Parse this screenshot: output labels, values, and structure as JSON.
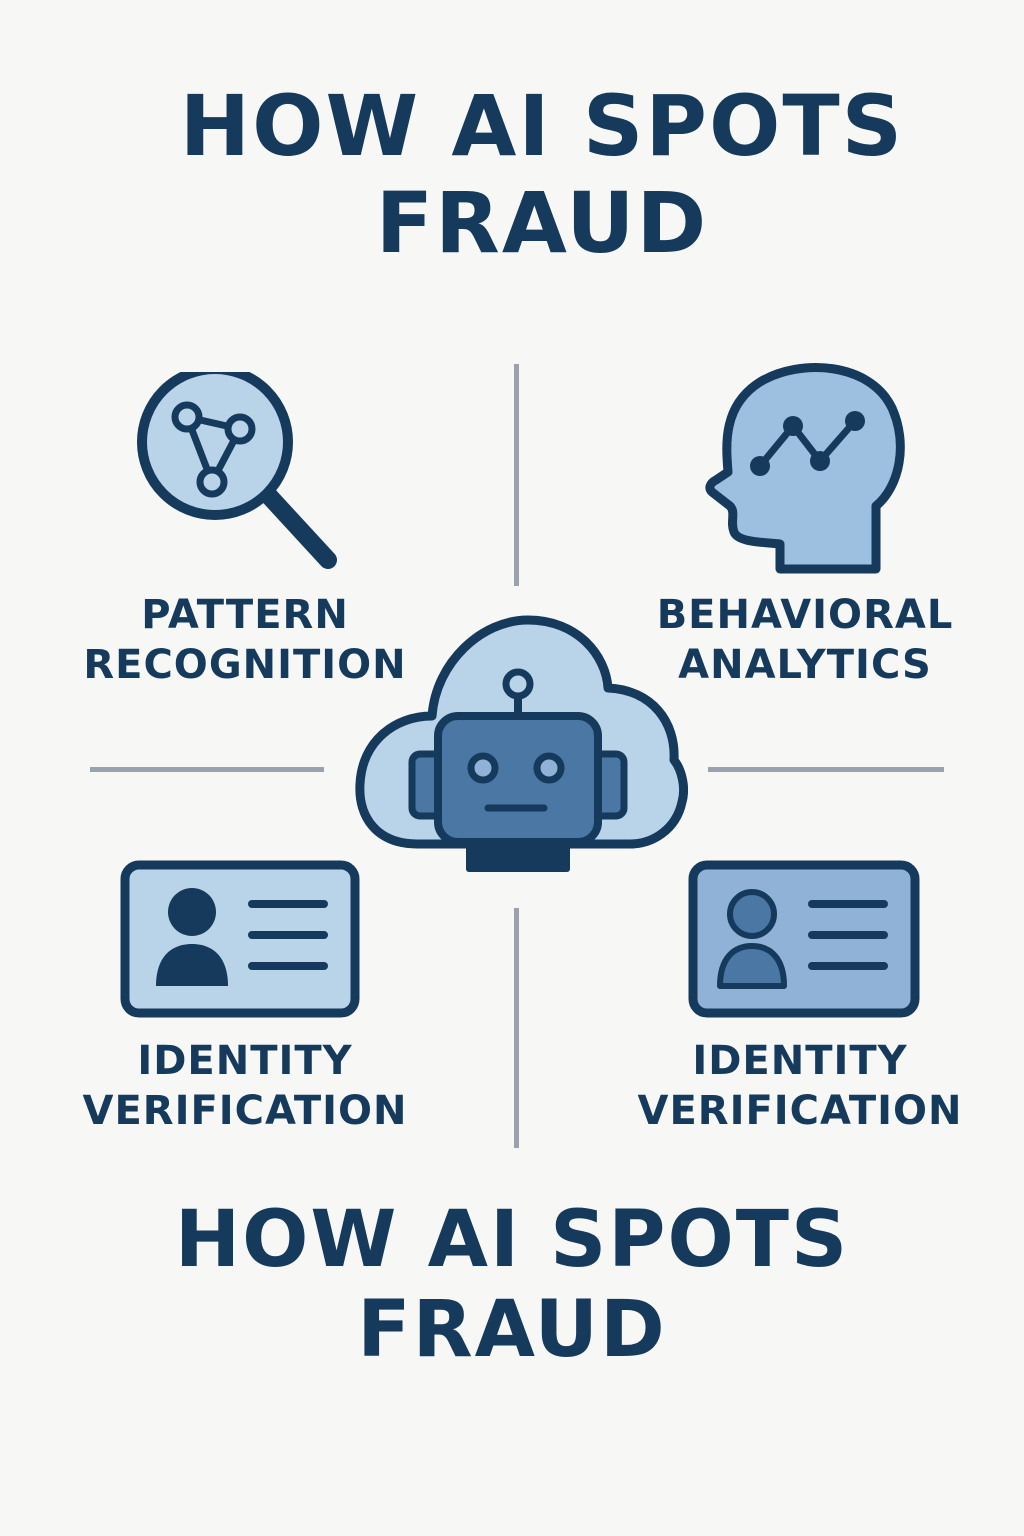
{
  "title_top": {
    "line1": "HOW AI SPOTS",
    "line2": "FRAUD"
  },
  "title_bottom": {
    "line1": "HOW AI SPOTS",
    "line2": "FRAUD"
  },
  "quadrants": {
    "top_left": {
      "line1": "PATTERN",
      "line2": "RECOGNITION",
      "icon": "magnifier-network-icon"
    },
    "top_right": {
      "line1": "BEHAVIORAL",
      "line2": "ANALYTICS",
      "icon": "head-analytics-icon"
    },
    "bottom_left": {
      "line1": "IDENTITY",
      "line2": "VERIFICATION",
      "icon": "id-card-icon"
    },
    "bottom_right": {
      "line1": "IDENTITY",
      "line2": "VERIFICATION",
      "icon": "id-card-icon"
    }
  },
  "center": {
    "icon": "cloud-robot-icon"
  },
  "colors": {
    "navy": "#153a5c",
    "light_blue": "#b9d3e8",
    "mid_blue": "#8fb2d6",
    "robot_blue": "#4a77a3",
    "divider_gray": "#9aa3ad",
    "background": "#f7f7f5"
  }
}
